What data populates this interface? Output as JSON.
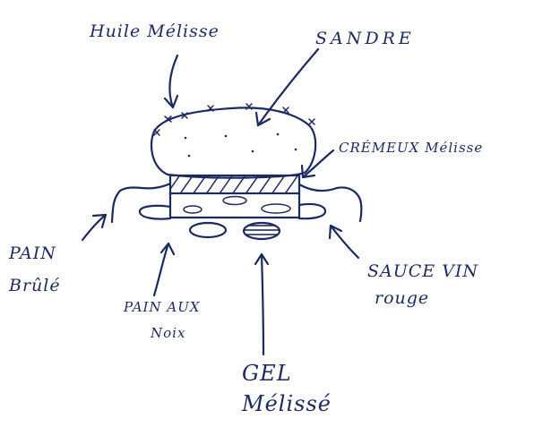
{
  "labels": {
    "huile_melisse": "Huile Mélisse",
    "sandre": "SANDRE",
    "crumble_melisse": "CRÉMEUX Mélisse",
    "pain_brule": [
      "PAIN",
      "Brûlé"
    ],
    "pain_aux_noix": [
      "PAIN AUX",
      "Noix"
    ],
    "gel_melisse": [
      "GEL",
      "Mélissé"
    ],
    "sauce_vin_rouge": [
      "SAUCE VIN",
      "rouge"
    ]
  },
  "colors": {
    "ink": "#1d2a5e",
    "paper": "#ffffff"
  }
}
